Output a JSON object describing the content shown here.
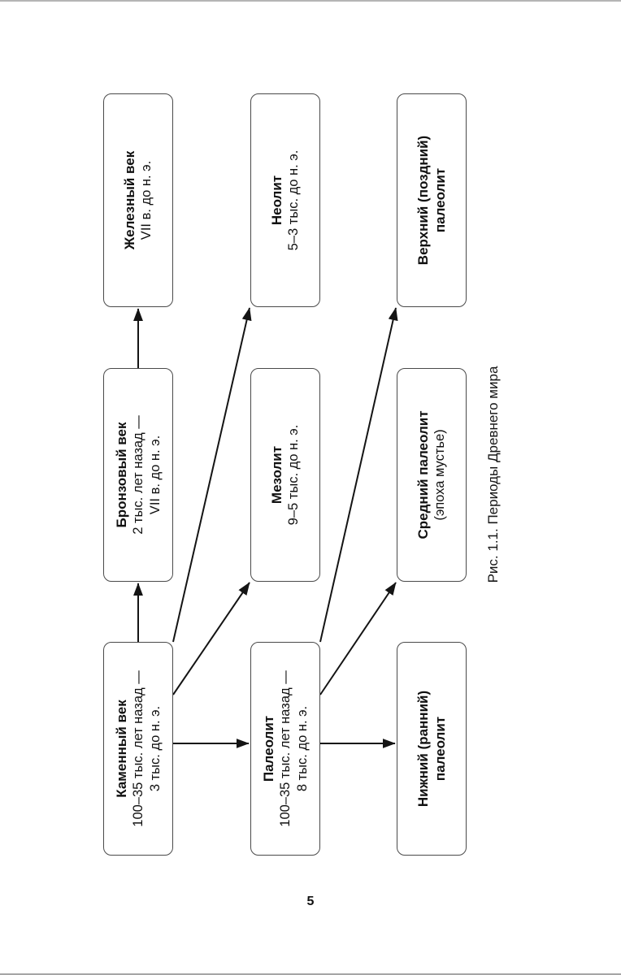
{
  "page": {
    "number": "5"
  },
  "figure": {
    "caption": "Рис. 1.1. Периоды Древнего мира",
    "border_color": "#4a4a4a",
    "arrow_color": "#141414",
    "boxes": [
      {
        "name": "stone-age",
        "title_lines": [
          "Каменный век"
        ],
        "subtitle_lines": [
          "100–35 тыс. лет назад —",
          "3 тыс. до н. э."
        ]
      },
      {
        "name": "bronze-age",
        "title_lines": [
          "Бронзовый век"
        ],
        "subtitle_lines": [
          "2 тыс. лет назад —",
          "VII в. до н. э."
        ]
      },
      {
        "name": "iron-age",
        "title_lines": [
          "Железный век"
        ],
        "subtitle_lines": [
          "VII в. до н. э."
        ]
      },
      {
        "name": "paleolithic",
        "title_lines": [
          "Палеолит"
        ],
        "subtitle_lines": [
          "100–35 тыс. лет назад —",
          "8 тыс. до н. э."
        ]
      },
      {
        "name": "mesolithic",
        "title_lines": [
          "Мезолит"
        ],
        "subtitle_lines": [
          "9–5 тыс. до н. э."
        ]
      },
      {
        "name": "neolithic",
        "title_lines": [
          "Неолит"
        ],
        "subtitle_lines": [
          "5–3 тыс. до н. э."
        ]
      },
      {
        "name": "lower-paleolithic",
        "title_lines": [
          "Нижний (ранний)",
          "палеолит"
        ],
        "subtitle_lines": []
      },
      {
        "name": "middle-paleolithic",
        "title_lines": [
          "Средний палеолит"
        ],
        "subtitle_lines": [
          "(эпоха мустье)"
        ]
      },
      {
        "name": "upper-paleolithic",
        "title_lines": [
          "Верхний (поздний)",
          "палеолит"
        ],
        "subtitle_lines": []
      }
    ]
  }
}
